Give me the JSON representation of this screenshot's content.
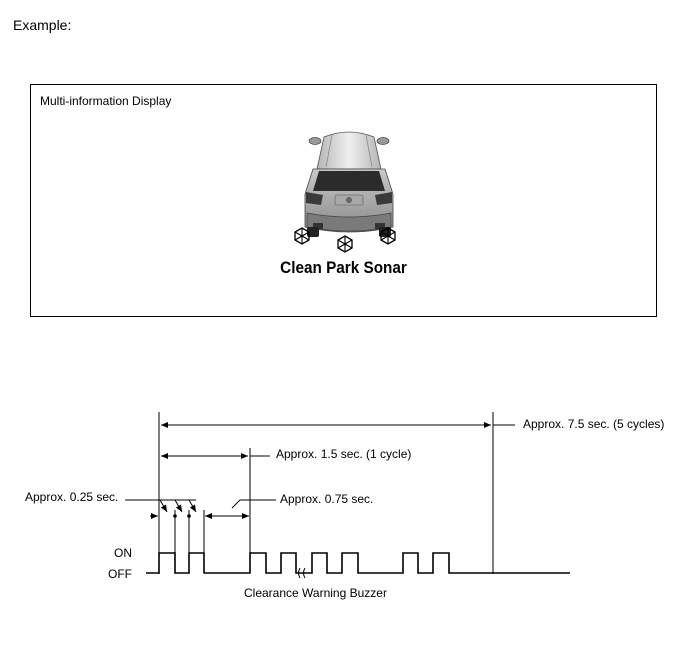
{
  "header": {
    "example_label": "Example:"
  },
  "display": {
    "title": "Multi-information Display",
    "message": "Clean Park Sonar",
    "sensor_icon": "sensor-dirt-icon",
    "vehicle": "suv-rear-view"
  },
  "timing": {
    "total_label": "Approx. 7.5 sec. (5 cycles)",
    "cycle_label": "Approx. 1.5 sec. (1 cycle)",
    "on_time_label": "Approx. 0.25 sec.",
    "off_time_label": "Approx. 0.75 sec.",
    "on_label": "ON",
    "off_label": "OFF",
    "caption": "Clearance Warning Buzzer"
  }
}
